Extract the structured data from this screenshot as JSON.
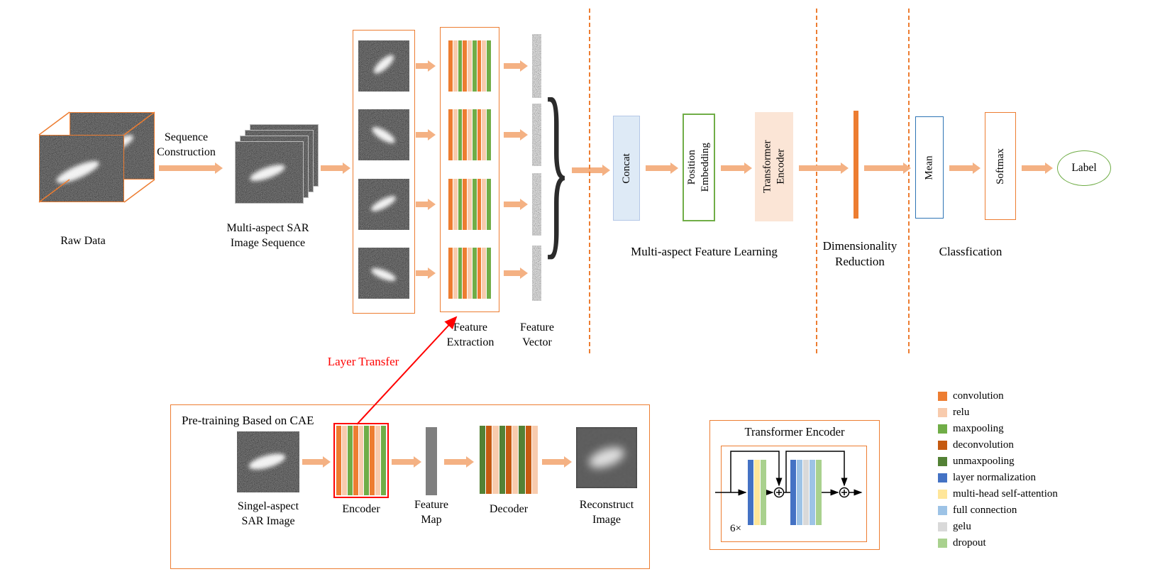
{
  "palette": {
    "convolution": "#ED7D31",
    "relu": "#F8CBAD",
    "maxpooling": "#70AD47",
    "deconvolution": "#C55A11",
    "unmaxpooling": "#538135",
    "layer normalization": "#4472C4",
    "multi-head self-attention": "#FFE699",
    "full connection": "#9DC3E6",
    "gelu": "#D9D9D9",
    "dropout": "#A9D18E"
  },
  "colors": {
    "flow_arrow": "#F4B183",
    "diagram_border": "#ED7D31",
    "dashed_divider": "#ED7D31",
    "concat_fill": "#DEEAF6",
    "transformer_fill": "#FBE5D6",
    "position_embedding_border": "#70AD47",
    "mean_border": "#2E74B5",
    "softmax_border": "#ED7D31",
    "label_ellipse_border": "#70AD47",
    "layer_transfer": "#FF0000",
    "feature_map_fill": "#7F7F7F"
  },
  "pipeline": {
    "raw_data": "Raw Data",
    "sequence_construction": "Sequence Construction",
    "multi_aspect_sequence": "Multi-aspect SAR Image Sequence",
    "feature_extraction": "Feature Extraction",
    "feature_vector": "Feature Vector",
    "concat": "Concat",
    "position_embedding": "Position Embedding",
    "transformer_encoder": "Transformer Encoder",
    "multi_aspect_feature_learning": "Multi-aspect Feature Learning",
    "dimensionality_reduction": "Dimensionality Reduction",
    "mean": "Mean",
    "softmax": "Softmax",
    "label": "Label",
    "classification": "Classfication"
  },
  "cae": {
    "title": "Pre-training Based on CAE",
    "layer_transfer": "Layer Transfer",
    "input_label": "Singel-aspect SAR Image",
    "encoder_label": "Encoder",
    "feature_map_label": "Feature Map",
    "decoder_label": "Decoder",
    "output_label": "Reconstruct Image"
  },
  "transformer_detail": {
    "title": "Transformer Encoder",
    "repeat": "6×"
  },
  "layers": {
    "encoder": [
      "convolution",
      "relu",
      "maxpooling",
      "convolution",
      "relu",
      "maxpooling",
      "convolution",
      "relu",
      "maxpooling"
    ],
    "decoder": [
      "unmaxpooling",
      "deconvolution",
      "relu",
      "unmaxpooling",
      "deconvolution",
      "relu",
      "unmaxpooling",
      "deconvolution",
      "relu"
    ],
    "transformer_block1": [
      "layer normalization",
      "multi-head self-attention",
      "dropout"
    ],
    "transformer_block2": [
      "layer normalization",
      "full connection",
      "gelu",
      "full connection",
      "dropout"
    ]
  },
  "legend": {
    "items": [
      "convolution",
      "relu",
      "maxpooling",
      "deconvolution",
      "unmaxpooling",
      "layer normalization",
      "multi-head self-attention",
      "full connection",
      "gelu",
      "dropout"
    ]
  }
}
